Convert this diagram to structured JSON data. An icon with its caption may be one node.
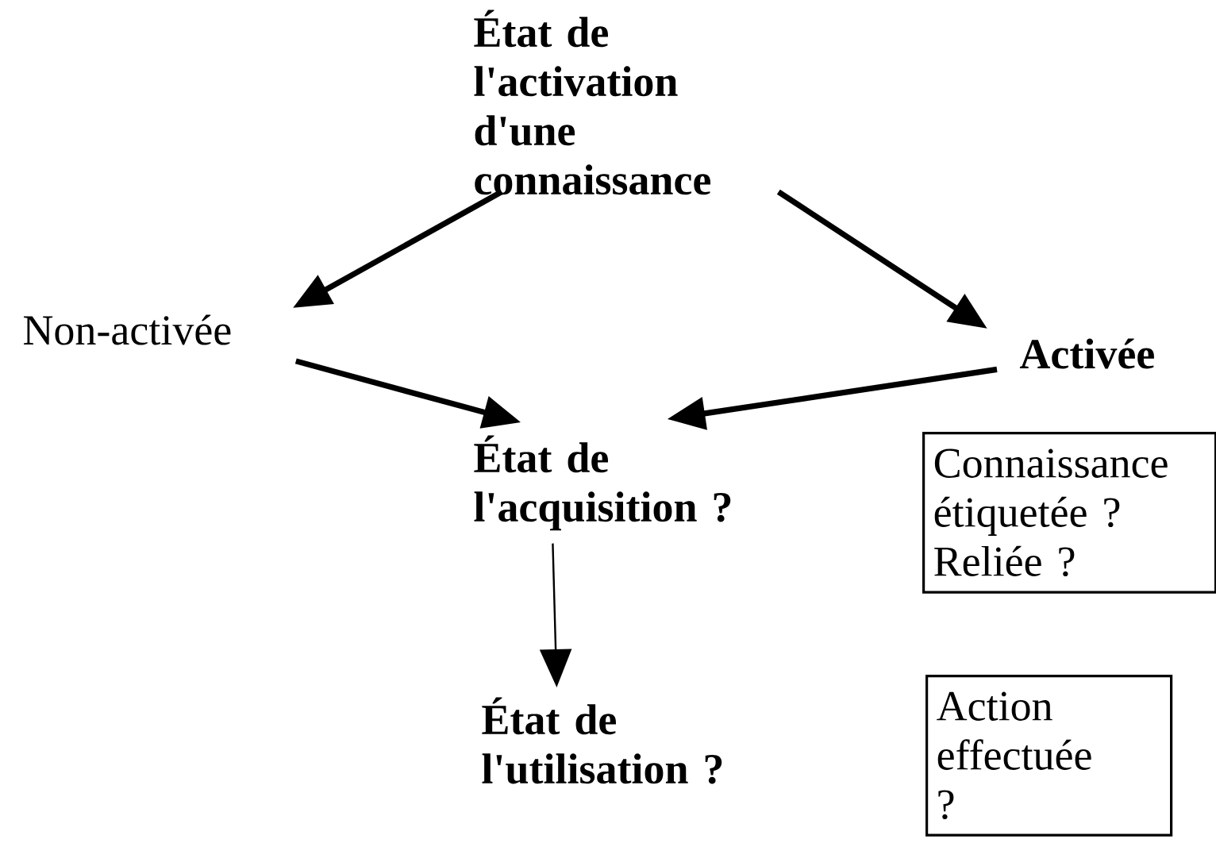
{
  "diagram": {
    "nodes": [
      {
        "text": [
          "État de l'activation d'une connaissance"
        ]
      },
      {
        "text": [
          "Non-activée"
        ]
      },
      {
        "text": [
          "Activée"
        ]
      },
      {
        "text": [
          "État de l'acquisition ?"
        ]
      },
      {
        "text": [
          "État de l'utilisation ?"
        ]
      },
      {
        "text": [
          "Connaissance étiquetée ? Reliée ?"
        ]
      },
      {
        "text": [
          "Action effectuée ?"
        ]
      }
    ],
    "edges": [
      {
        "from": 0,
        "to": 1,
        "arrow": "to"
      },
      {
        "from": 0,
        "to": 2,
        "arrow": "to"
      },
      {
        "from": 1,
        "to": 3,
        "arrow": "to"
      },
      {
        "from": 2,
        "to": 3,
        "arrow": "to"
      },
      {
        "from": 3,
        "to": 4,
        "arrow": "to"
      }
    ]
  }
}
